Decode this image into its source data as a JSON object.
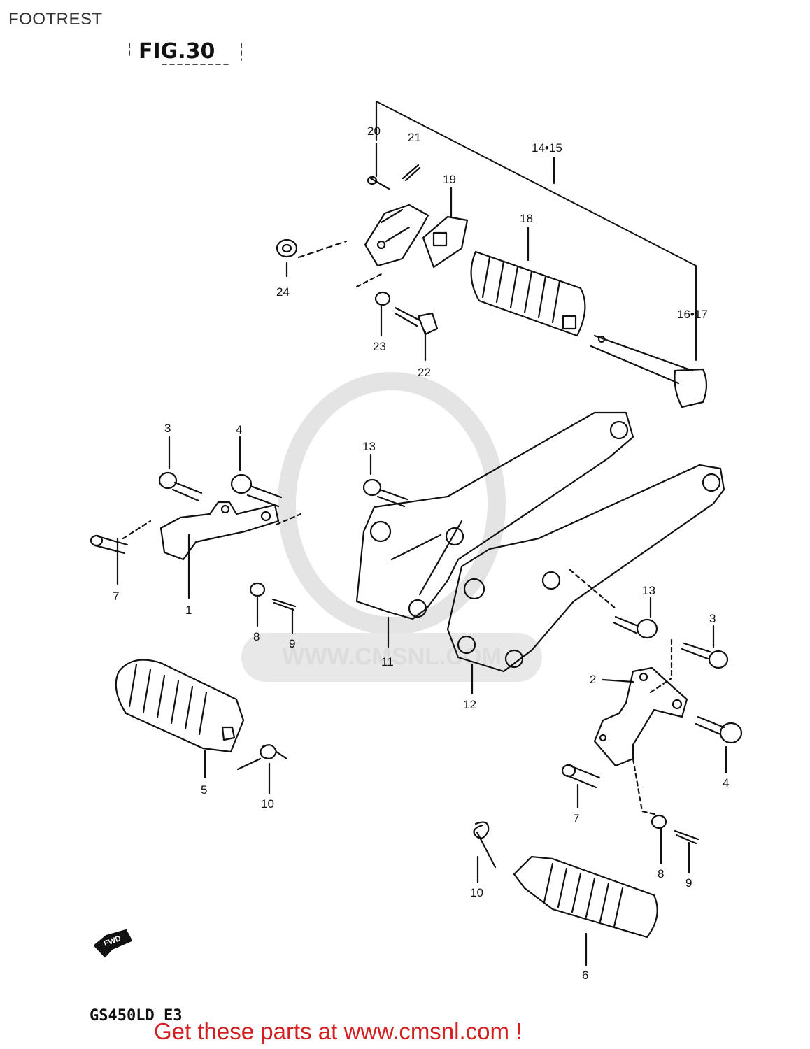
{
  "header": {
    "title": "FOOTREST"
  },
  "figure": {
    "label": "FIG.30"
  },
  "model": {
    "code": "GS450LD E3"
  },
  "watermark": {
    "text": "WWW.CMSNL.COM"
  },
  "fwd_label": "FWD",
  "cta": {
    "text": "Get these parts at www.cmsnl.com !"
  },
  "callouts": {
    "c20": "20",
    "c21": "21",
    "c1415": "14•15",
    "c19": "19",
    "c18": "18",
    "c24": "24",
    "c23": "23",
    "c22": "22",
    "c1617": "16•17",
    "c3a": "3",
    "c4a": "4",
    "c13a": "13",
    "c7a": "7",
    "c1": "1",
    "c8a": "8",
    "c9a": "9",
    "c11": "11",
    "c12": "12",
    "c13b": "13",
    "c3b": "3",
    "c2": "2",
    "c4b": "4",
    "c5": "5",
    "c10a": "10",
    "c7b": "7",
    "c8b": "8",
    "c9b": "9",
    "c10b": "10",
    "c6": "6"
  },
  "colors": {
    "line": "#111111",
    "cta": "#d21f1f",
    "watermark": "#dcdcdc"
  }
}
